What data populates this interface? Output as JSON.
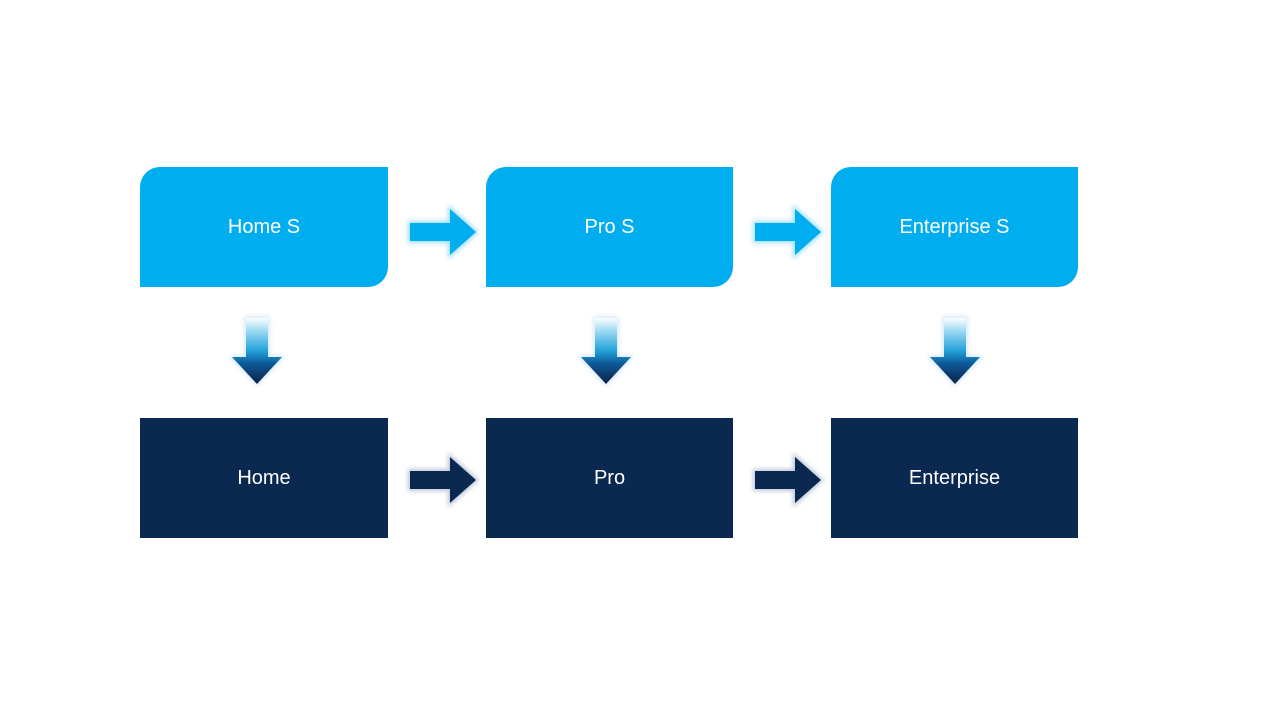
{
  "diagram": {
    "top_row": [
      {
        "label": "Home S"
      },
      {
        "label": "Pro S"
      },
      {
        "label": "Enterprise S"
      }
    ],
    "bottom_row": [
      {
        "label": "Home"
      },
      {
        "label": "Pro"
      },
      {
        "label": "Enterprise"
      }
    ]
  },
  "colors": {
    "background": "#FFFFFF",
    "cyan": "#00AEEF",
    "navy": "#0B2850",
    "text": "#FFFFFF",
    "cyan_glow": "#8FDAF8",
    "navy_glow": "#B3C1D6",
    "v_glow": "#C6E1F4",
    "v_arrow_top": "#FDFEFF",
    "v_arrow_light": "#9BD9F3",
    "v_arrow_mid": "#21A0D8",
    "v_arrow_deep": "#0E5C9C",
    "v_arrow_dark": "#0C3563",
    "v_arrow_bottom": "#0A2348"
  }
}
